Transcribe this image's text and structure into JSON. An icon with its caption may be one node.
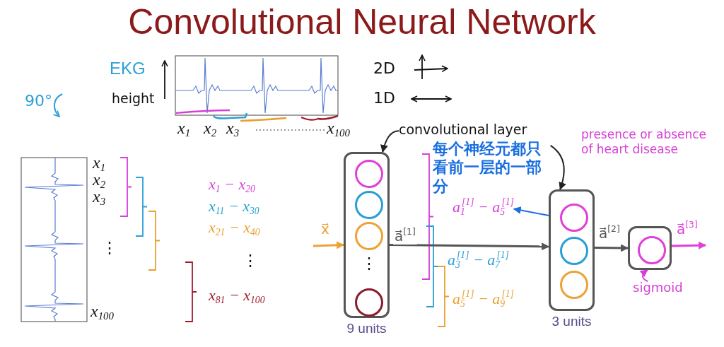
{
  "diagram": {
    "title": "Convolutional Neural Network",
    "nodes": [
      {
        "text": [
          "9 units"
        ]
      },
      {
        "text": [],
        "shape": "circle",
        "in": 0
      },
      {
        "text": [],
        "shape": "circle",
        "in": 0
      },
      {
        "text": [],
        "shape": "circle",
        "in": 0
      },
      {
        "text": [],
        "shape": "circle",
        "in": 0
      },
      {
        "text": [
          "3 units"
        ]
      },
      {
        "text": [],
        "shape": "circle",
        "in": 5
      },
      {
        "text": [],
        "shape": "circle",
        "in": 5
      },
      {
        "text": [],
        "shape": "circle",
        "in": 5
      },
      {
        "text": [],
        "shape": "box"
      },
      {
        "text": [],
        "shape": "circle",
        "in": 9
      },
      {
        "text": [
          "convolutional layer"
        ]
      },
      {
        "text": [
          "每个神经元都只看前一层的一部分"
        ]
      },
      {
        "text": [
          "sigmoid"
        ]
      },
      {
        "text": [
          "a$_{1}$$^{[1]}$ − a$_{5}$$^{[1]}$"
        ]
      }
    ],
    "edges": [
      {
        "from": null,
        "to": 0,
        "arrow": "to",
        "label": "x⃗",
        "color": "#eea236"
      },
      {
        "from": 0,
        "to": 5,
        "arrow": "to",
        "label": "a⃗$^{[1]}$"
      },
      {
        "from": 5,
        "to": 9,
        "arrow": "to",
        "label": "a⃗$^{[2]}$"
      },
      {
        "from": 9,
        "to": null,
        "arrow": "to",
        "label": "a⃗$^{[3]}$",
        "color": "#e040d8"
      },
      {
        "from": 11,
        "to": 0,
        "arrow": "to",
        "color": "#222222"
      },
      {
        "from": 12,
        "to": 5,
        "arrow": "to",
        "color": "#222222"
      },
      {
        "from": 13,
        "to": 9,
        "arrow": "to",
        "color": "#d63fd6"
      },
      {
        "from": 6,
        "to": 14,
        "arrow": "to",
        "color": "#1a6fe0"
      }
    ],
    "labels": [
      "EKG",
      "2D",
      "90°",
      "height",
      "1D",
      "x$_{1}$",
      "x$_{2}$",
      "x$_{3}$",
      "x$_{100}$",
      "x$_{1}$",
      "x$_{2}$",
      "x$_{3}$",
      "⋮",
      "x$_{100}$",
      "x$_{1}$ − x$_{20}$",
      "x$_{11}$ − x$_{30}$",
      "x$_{21}$ − x$_{40}$",
      "⋮",
      "x$_{81}$ − x$_{100}$",
      "⋮",
      "presence or absence of heart disease",
      "a$_{3}$$^{[1]}$ − a$_{7}$$^{[1]}$",
      "a$_{5}$$^{[1]}$ − a$_{9}$$^{[1]}$"
    ]
  }
}
